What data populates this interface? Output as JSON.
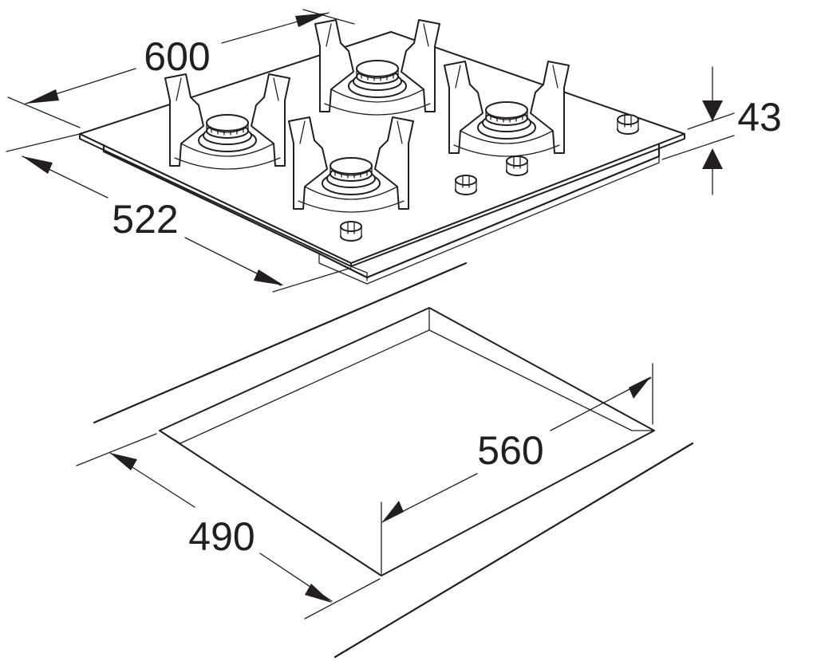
{
  "dimensions": {
    "hob_width": "600",
    "hob_depth": "522",
    "hob_height": "43",
    "cutout_width": "560",
    "cutout_depth": "490"
  },
  "colors": {
    "line": "#231f20",
    "background": "#ffffff"
  }
}
